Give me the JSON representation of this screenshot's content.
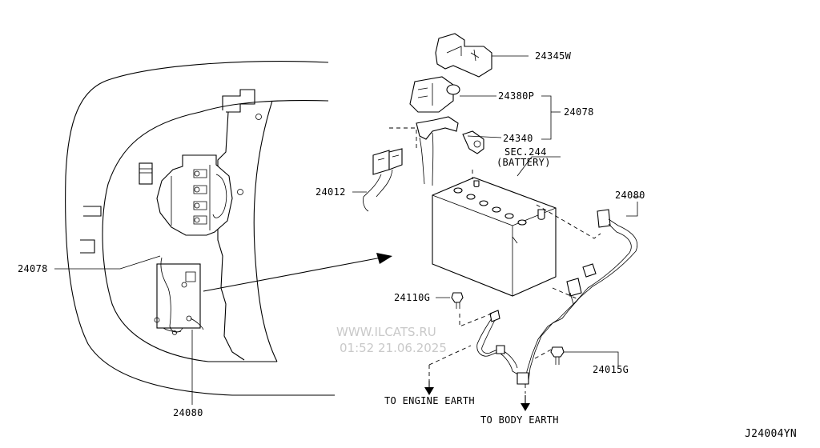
{
  "diagram": {
    "callouts": {
      "terminal_cover": "24345W",
      "fusible_link": "24380P",
      "assembly_right": "24078",
      "terminal_clamp": "24340",
      "battery_ref": "SEC.244",
      "battery_name": "(BATTERY)",
      "cable_right": "24080",
      "harness_left": "24012",
      "assembly_left": "24078",
      "bolt_engine": "24110G",
      "bolt_body": "24015G",
      "cable_bottom": "24080"
    },
    "earth_labels": {
      "engine": "TO ENGINE EARTH",
      "body": "TO BODY EARTH"
    },
    "drawing_id": "J24004YN",
    "watermark": {
      "site": "WWW.ILCATS.RU",
      "stamp": "01:52 21.06.2025"
    }
  }
}
